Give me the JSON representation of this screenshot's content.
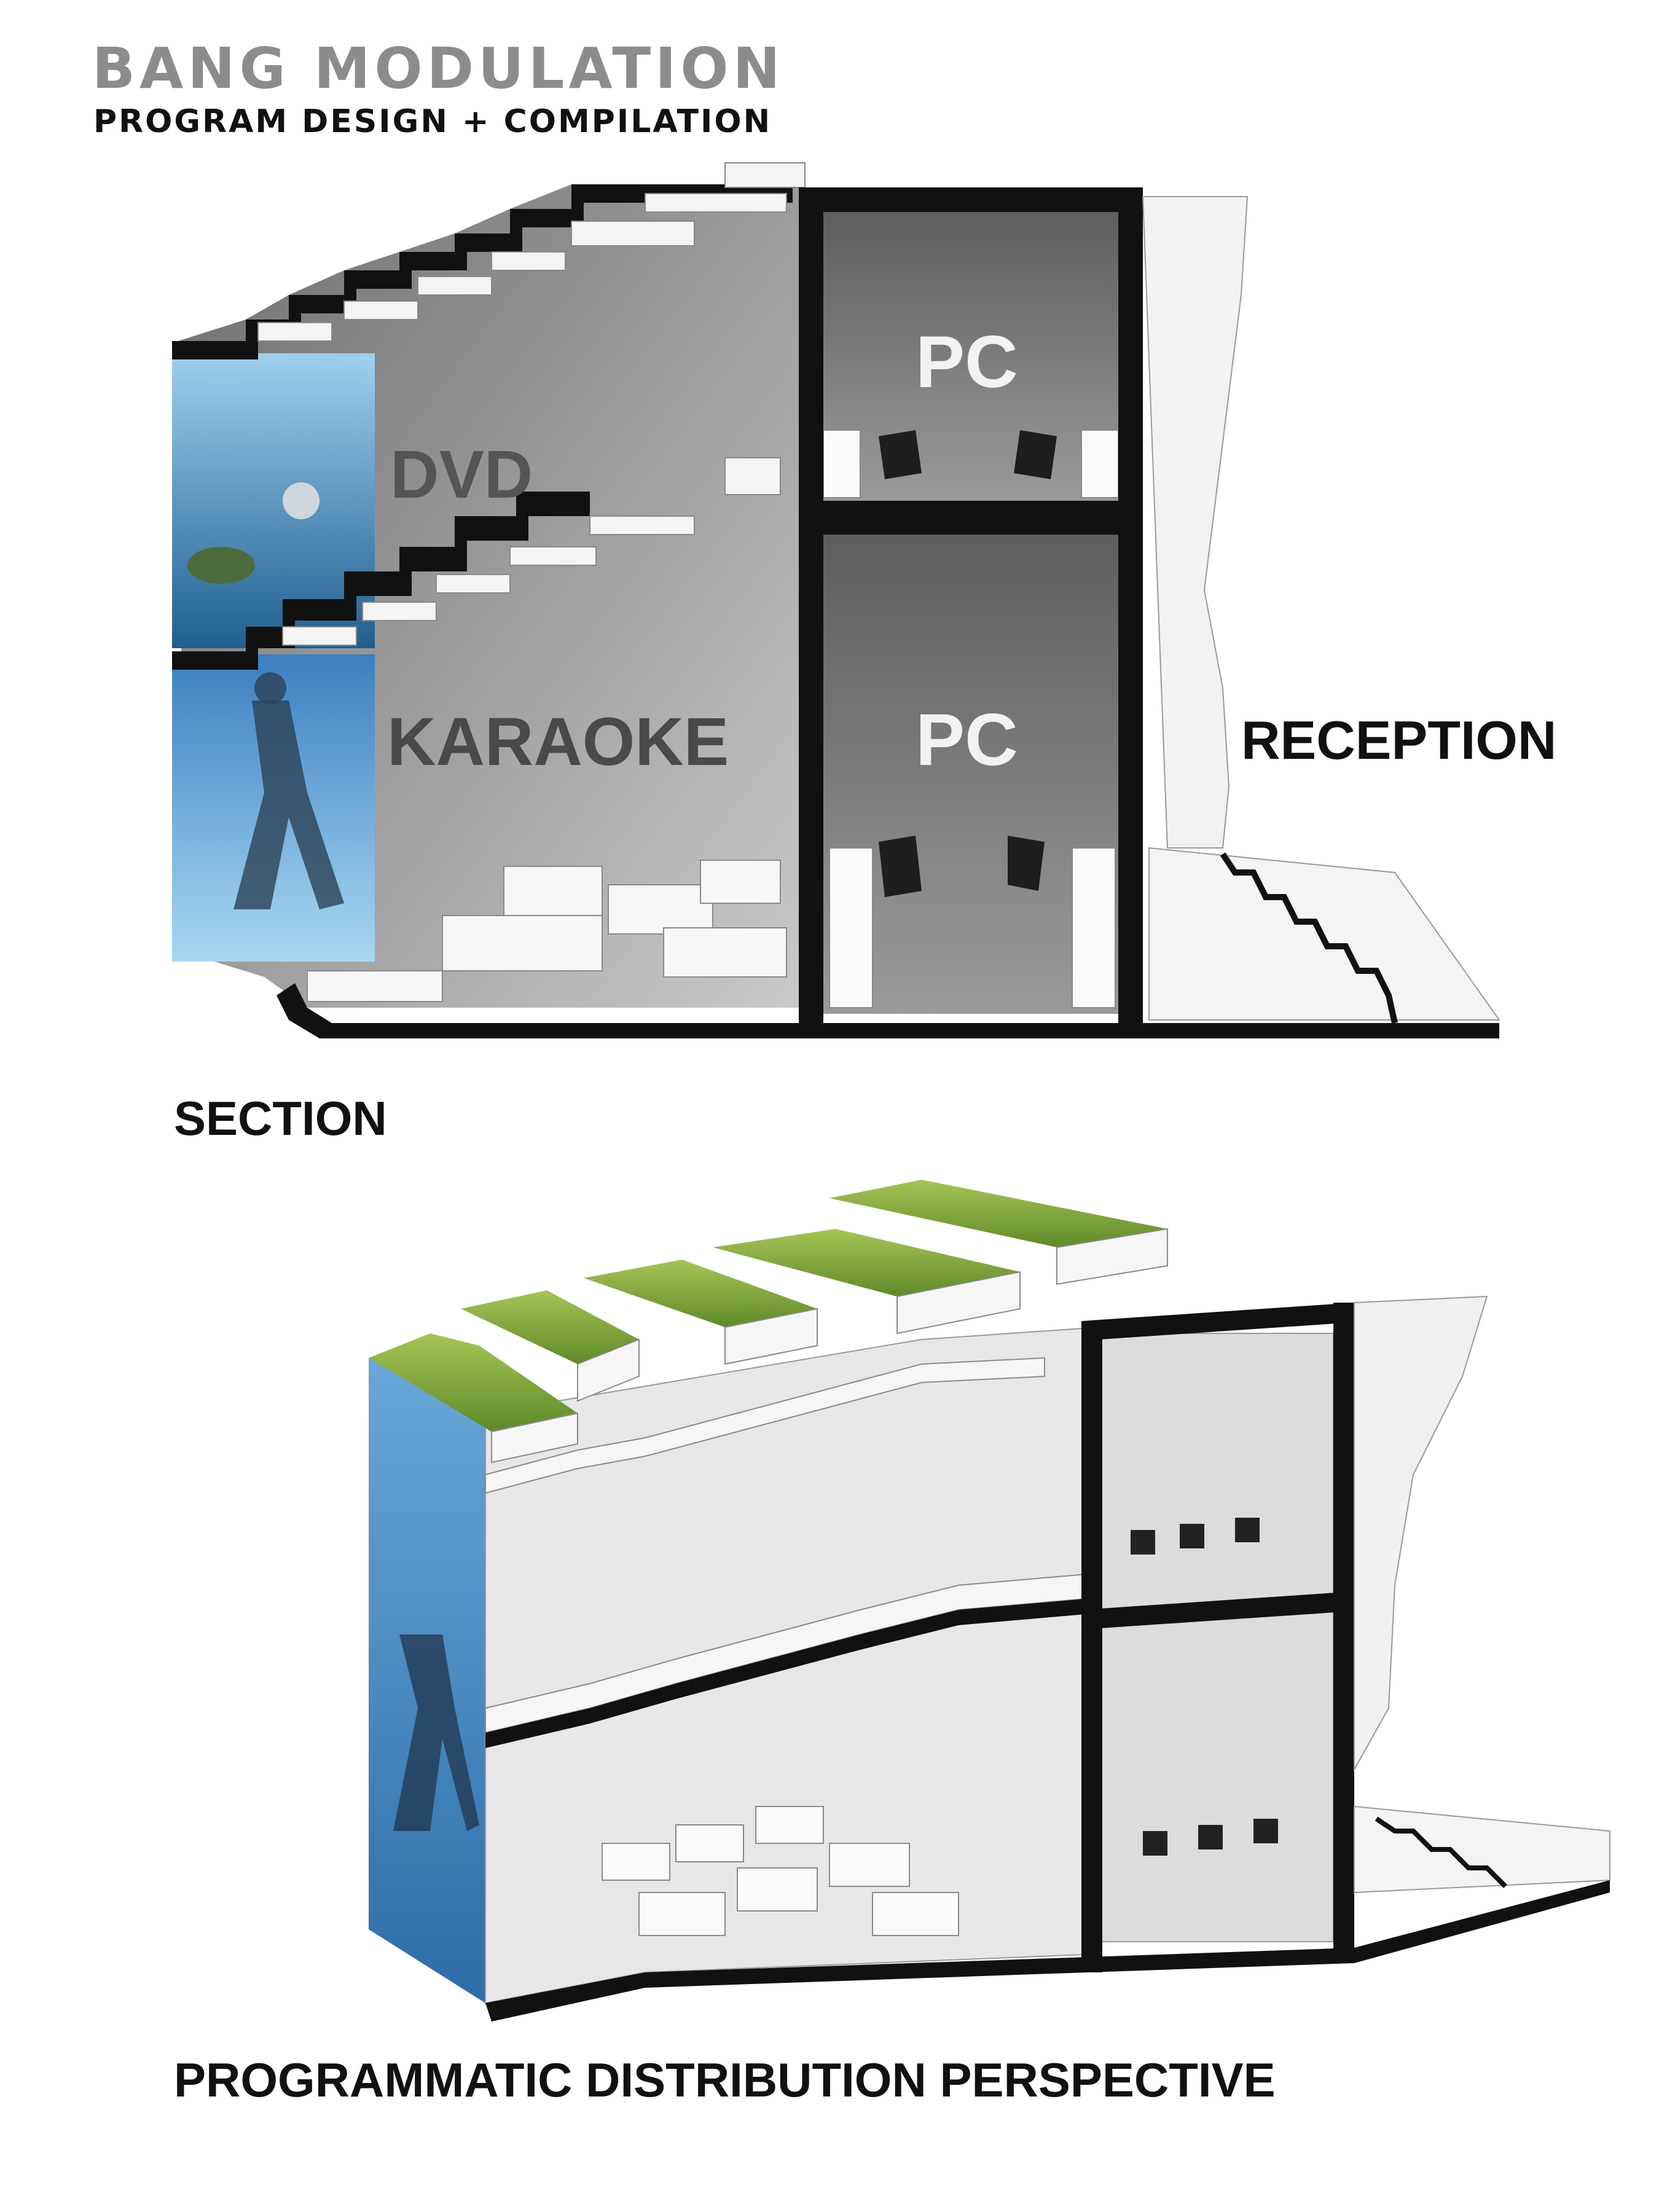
{
  "header": {
    "title": "BANG MODULATION",
    "subtitle": "PROGRAM DESIGN + COMPILATION"
  },
  "section": {
    "caption": "SECTION",
    "labels": {
      "dvd": "DVD",
      "karaoke": "KARAOKE",
      "pc_upper": "PC",
      "pc_lower": "PC",
      "reception": "RECEPTION"
    }
  },
  "perspective": {
    "caption": "PROGRAMMATIC DISTRIBUTION PERSPECTIVE"
  },
  "colors": {
    "wall_dark": "#111111",
    "room_grey": "#7d7d7d",
    "room_light": "#e4e4e4",
    "label_grey": "#4a4a4a",
    "label_white": "#f2f2f2",
    "grass": "#7fa23a",
    "mural_blue": "#3f86c9"
  }
}
